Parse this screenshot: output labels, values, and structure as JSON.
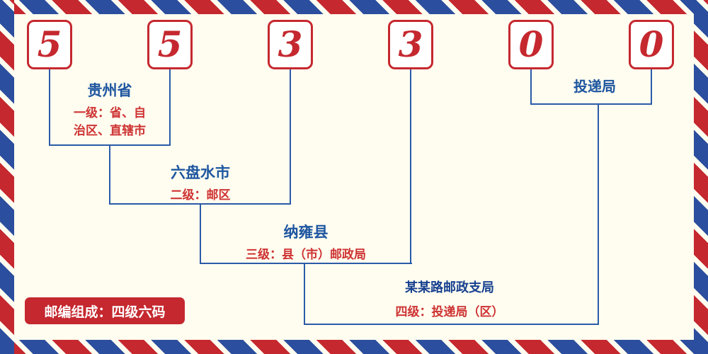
{
  "postal_code": {
    "digits": [
      "5",
      "5",
      "3",
      "3",
      "0",
      "0"
    ]
  },
  "groups": {
    "level1": {
      "name": "贵州省",
      "desc_line1": "一级：省、自",
      "desc_line2": "治区、直辖市"
    },
    "level2": {
      "name": "六盘水市",
      "desc": "二级：邮区"
    },
    "level3": {
      "name": "纳雍县",
      "desc": "三级：县（市）邮政局"
    },
    "delivery": {
      "name": "投递局"
    },
    "level4": {
      "name": "某某路邮政支局",
      "desc": "四级：投递局（区）"
    }
  },
  "footer": {
    "badge": "邮编组成：四级六码"
  },
  "colors": {
    "red": "#C5282F",
    "blue_line": "#2B5BA8",
    "blue_text": "#1E56A0",
    "navy_text": "#17418F",
    "background": "#FFFDF0"
  }
}
